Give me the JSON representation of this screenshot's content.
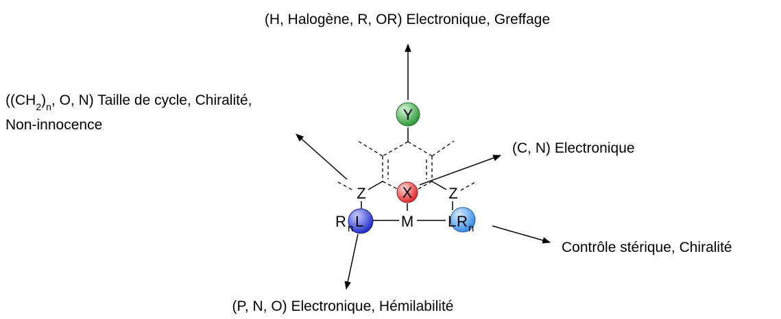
{
  "labels": {
    "top": "(H, Halogène, R, OR) Electronique, Greffage",
    "left_line1_a": "((CH",
    "left_line1_sub2": "2",
    "left_line1_b": ")",
    "left_line1_subn": "n",
    "left_line1_c": ", O, N) Taille de cycle, Chiralité,",
    "left_line2": "Non-innocence",
    "right_top": "(C, N) Electronique",
    "right_bottom": "Contrôle stérique, Chiralité",
    "bottom": "(P, N, O) Electronique, Hémilabilité"
  },
  "atoms": {
    "y": "Y",
    "x": "X",
    "m": "M",
    "z_left": "Z",
    "z_right": "Z",
    "l_left_r": "R",
    "l_left_n": "n",
    "l_left_l": "L",
    "l_right_l": "L",
    "l_right_r": "R",
    "l_right_n": "n"
  },
  "colors": {
    "y_sphere": "#2e9b3a",
    "x_sphere": "#e02a2a",
    "l_left_sphere": "#2430c8",
    "l_right_sphere": "#3a8ee6"
  }
}
